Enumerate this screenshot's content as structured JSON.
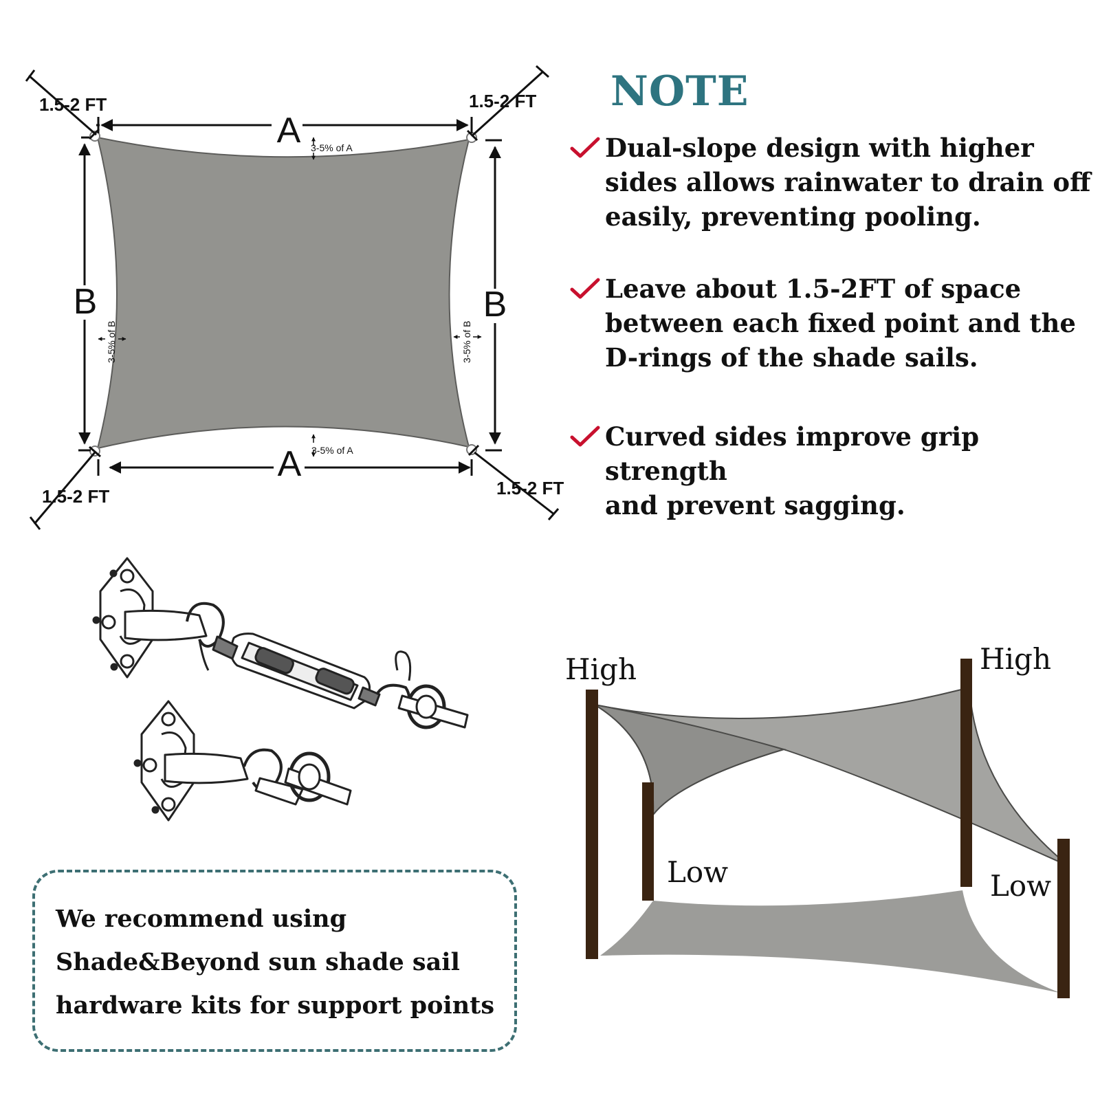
{
  "diagram": {
    "letter_a": "A",
    "letter_b": "B",
    "gap_label": "1.5-2 FT",
    "sag_a": "3-5% of A",
    "sag_b": "3-5% of B"
  },
  "note": {
    "title": "NOTE",
    "items": [
      {
        "text": "Dual-slope design with higher\nsides allows rainwater to drain off\neasily, preventing pooling."
      },
      {
        "text": "Leave about 1.5-2FT of space\nbetween each fixed point and the\nD-rings of the shade sails."
      },
      {
        "text": "Curved sides improve grip strength\nand prevent sagging."
      }
    ]
  },
  "recommend": {
    "text": "We recommend using\nShade&Beyond sun shade sail\nhardware kits for support points"
  },
  "install": {
    "high": "High",
    "low": "Low"
  },
  "colors": {
    "accent": "#2e7480",
    "check": "#c8102e",
    "sail": "#939390",
    "post": "#3a2412",
    "box_border": "#3d6f73"
  }
}
